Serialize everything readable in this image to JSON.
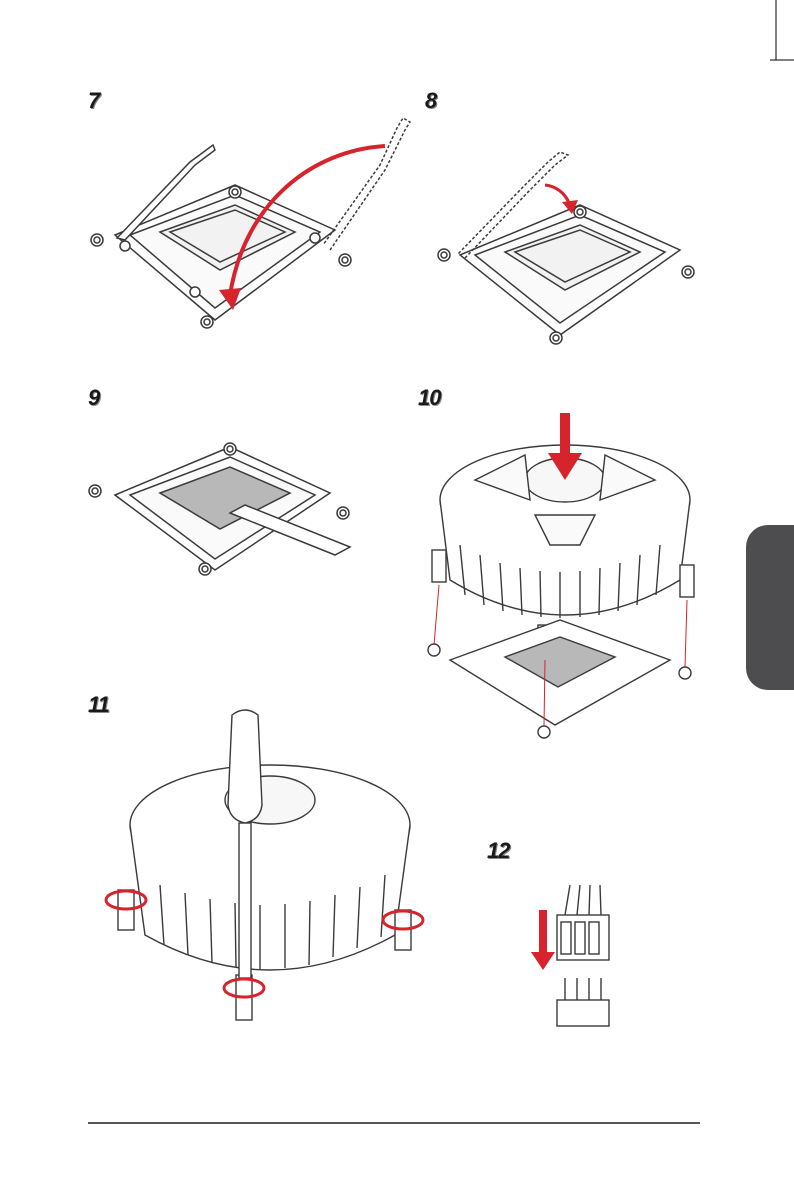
{
  "steps": {
    "s7": "7",
    "s8": "8",
    "s9": "9",
    "s10": "10",
    "s11": "11",
    "s12": "12"
  },
  "colors": {
    "accent_red": "#d7232b",
    "line": "#3a3a3a",
    "thermal_paste": "#b8b8b8",
    "side_tab": "#4d4d4f"
  }
}
